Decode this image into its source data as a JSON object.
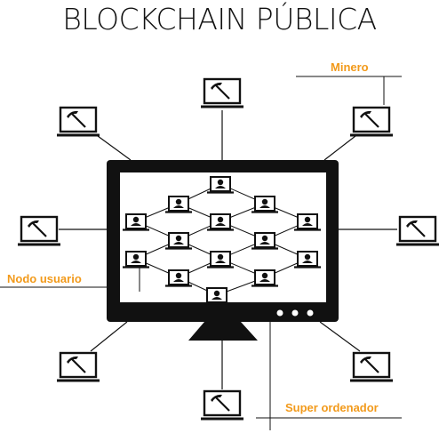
{
  "title": "BLOCKCHAIN PÚBLICA",
  "labels": {
    "miner": "Minero",
    "user_node": "Nodo usuario",
    "super_computer": "Super ordenador"
  },
  "colors": {
    "label_accent": "#f29a1b",
    "ink": "#111111"
  },
  "icons": {
    "miner_laptop": "pickaxe-laptop-icon",
    "user_node": "user-node-icon"
  }
}
